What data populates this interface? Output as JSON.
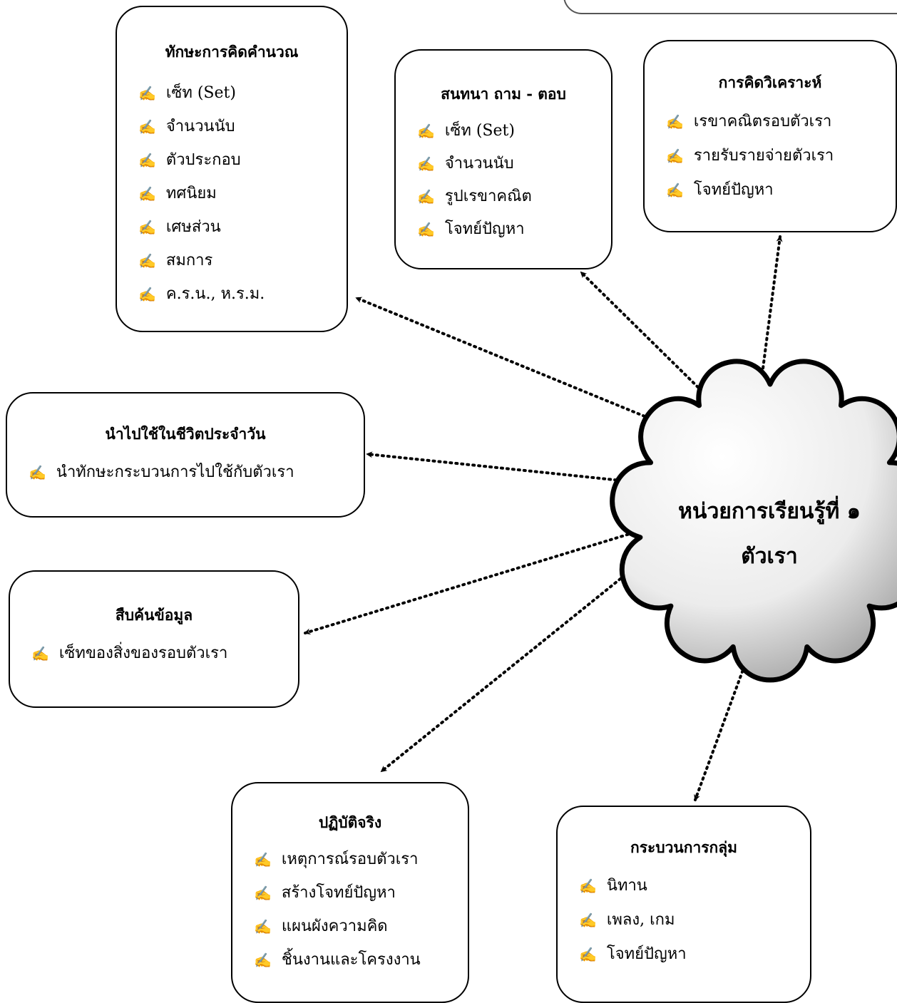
{
  "center": {
    "line1": "หน่วยการเรียนรู้ที่ ๑",
    "line2": "ตัวเรา"
  },
  "nodes": {
    "thinking_skills": {
      "title": "ทักษะการคิดคำนวณ",
      "items": [
        "เซ็ท (Set)",
        "จำนวนนับ",
        "ตัวประกอบ",
        "ทศนิยม",
        "เศษส่วน",
        "สมการ",
        "ค.ร.น., ห.ร.ม."
      ]
    },
    "qa": {
      "title": "สนทนา ถาม - ตอบ",
      "items": [
        "เซ็ท (Set)",
        "จำนวนนับ",
        "รูปเรขาคณิต",
        "โจทย์ปัญหา"
      ]
    },
    "analysis": {
      "title": "การคิดวิเคราะห์",
      "items": [
        "เรขาคณิตรอบตัวเรา",
        "รายรับรายจ่ายตัวเรา",
        "โจทย์ปัญหา"
      ]
    },
    "daily_life": {
      "title": "นำไปใช้ในชีวิตประจำวัน",
      "items": [
        "นำทักษะกระบวนการไปใช้กับตัวเรา"
      ]
    },
    "research": {
      "title": "สืบค้นข้อมูล",
      "items": [
        "เซ็ทของสิ่งของรอบตัวเรา"
      ]
    },
    "practice": {
      "title": "ปฏิบัติจริง",
      "items": [
        "เหตุการณ์รอบตัวเรา",
        "สร้างโจทย์ปัญหา",
        "แผนผังความคิด",
        "ชิ้นงานและโครงงาน"
      ]
    },
    "group": {
      "title": "กระบวนการกลุ่ม",
      "items": [
        "นิทาน",
        "เพลง, เกม",
        "โจทย์ปัญหา"
      ]
    }
  },
  "bullet_icon": "writing-hand-icon",
  "colors": {
    "stroke": "#000000",
    "cloud_light": "#ffffff",
    "cloud_dark": "#8f8f8f"
  }
}
